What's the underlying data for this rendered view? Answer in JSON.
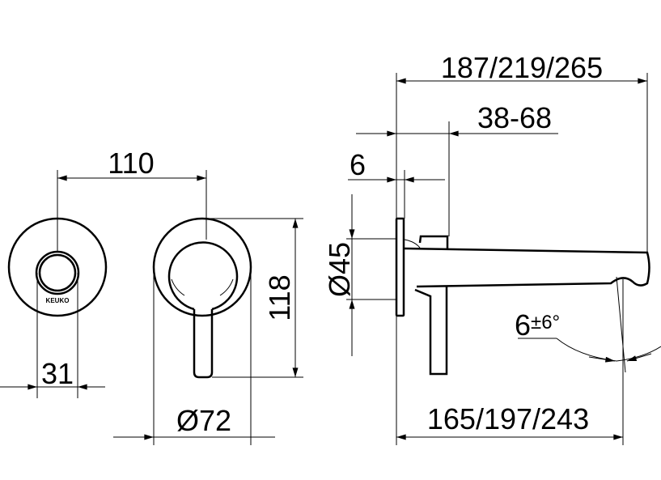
{
  "drawing": {
    "brand_logo": "KEUKO",
    "dimensions": {
      "rosette_spacing": "110",
      "knob_diameter": "31",
      "rosette_diameter": "Ø72",
      "height": "118",
      "plate_diameter": "Ø45",
      "plate_thickness": "6",
      "wall_adjust": "38-68",
      "total_projection": "187/219/265",
      "spout_projection": "165/197/243",
      "spout_angle": "6",
      "spout_angle_tolerance": "±6°"
    }
  }
}
